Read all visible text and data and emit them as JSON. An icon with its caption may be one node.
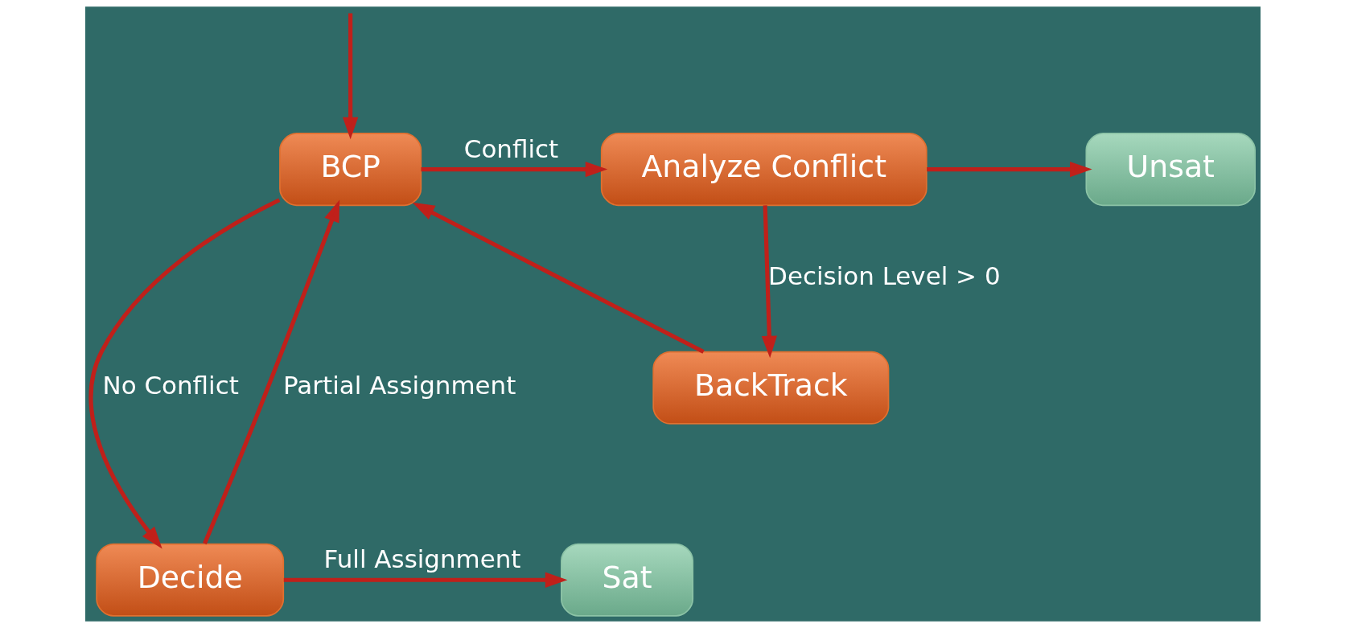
{
  "diagram": {
    "nodes": [
      {
        "text": [
          "BCP"
        ]
      },
      {
        "text": [
          "Analyze Conflict"
        ]
      },
      {
        "text": [
          "Unsat"
        ]
      },
      {
        "text": [
          "BackTrack"
        ]
      },
      {
        "text": [
          "Decide"
        ]
      },
      {
        "text": [
          "Sat"
        ]
      }
    ],
    "edges": [
      {
        "from": null,
        "to": 0,
        "arrow": "to"
      },
      {
        "from": 0,
        "to": 1,
        "arrow": "to",
        "label": "Conflict"
      },
      {
        "from": 1,
        "to": 2,
        "arrow": "to"
      },
      {
        "from": 1,
        "to": 3,
        "arrow": "to",
        "label": "Decision Level > 0"
      },
      {
        "from": 3,
        "to": 0,
        "arrow": "to"
      },
      {
        "from": 0,
        "to": 4,
        "arrow": "to",
        "label": "No Conflict"
      },
      {
        "from": 4,
        "to": 0,
        "arrow": "to",
        "label": "Partial Assignment"
      },
      {
        "from": 4,
        "to": 5,
        "arrow": "to",
        "label": "Full Assignment"
      }
    ]
  }
}
